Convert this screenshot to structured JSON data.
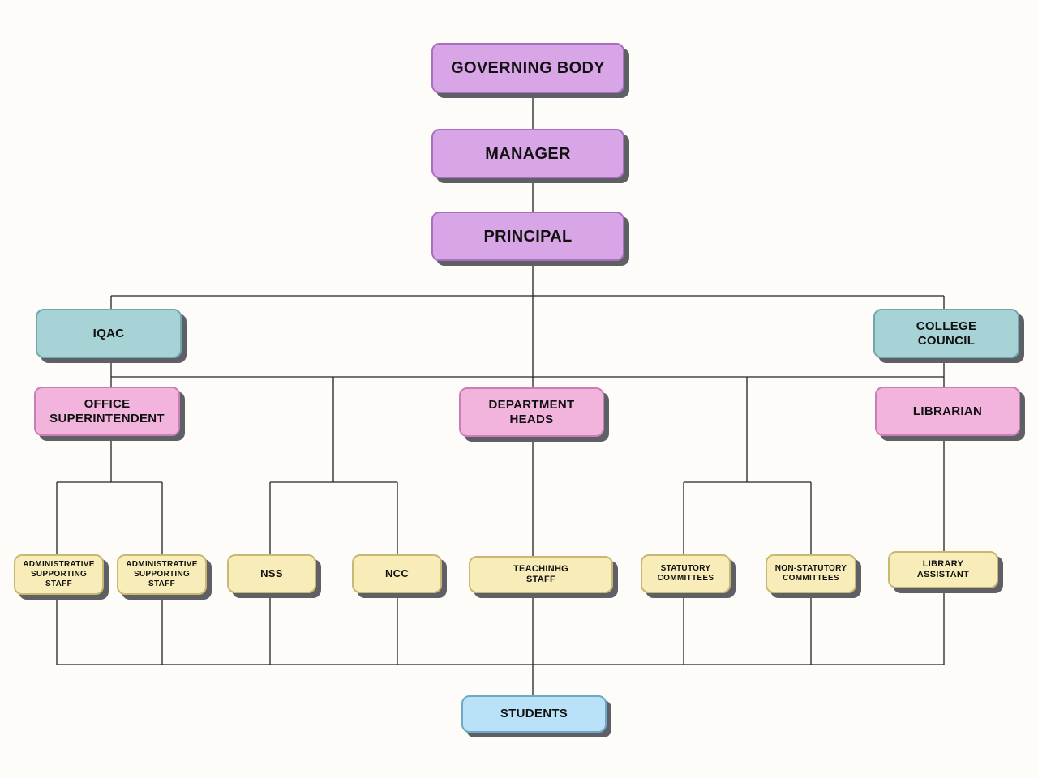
{
  "diagram": {
    "nodes": {
      "governing_body": "GOVERNING BODY",
      "manager": "MANAGER",
      "principal": "PRINCIPAL",
      "iqac": "IQAC",
      "college_council": "COLLEGE\nCOUNCIL",
      "office_superintendent": "OFFICE\nSUPERINTENDENT",
      "department_heads": "DEPARTMENT\nHEADS",
      "librarian": "LIBRARIAN",
      "admin_staff_1": "ADMINISTRATIVE\nSUPPORTING\nSTAFF",
      "admin_staff_2": "ADMINISTRATIVE\nSUPPORTING\nSTAFF",
      "nss": "NSS",
      "ncc": "NCC",
      "teaching_staff": "TEACHINHG\nSTAFF",
      "statutory_committees": "STATUTORY\nCOMMITTEES",
      "non_statutory_committees": "NON-STATUTORY\nCOMMITTEES",
      "library_assistant": "LIBRARY\nASSISTANT",
      "students": "STUDENTS"
    },
    "colors": {
      "top_level": "#d8a6e6",
      "advisory": "#a8d3d6",
      "heads": "#f2b3dc",
      "units": "#f8edb8",
      "students": "#b9e1f7",
      "connector": "#222222"
    }
  }
}
